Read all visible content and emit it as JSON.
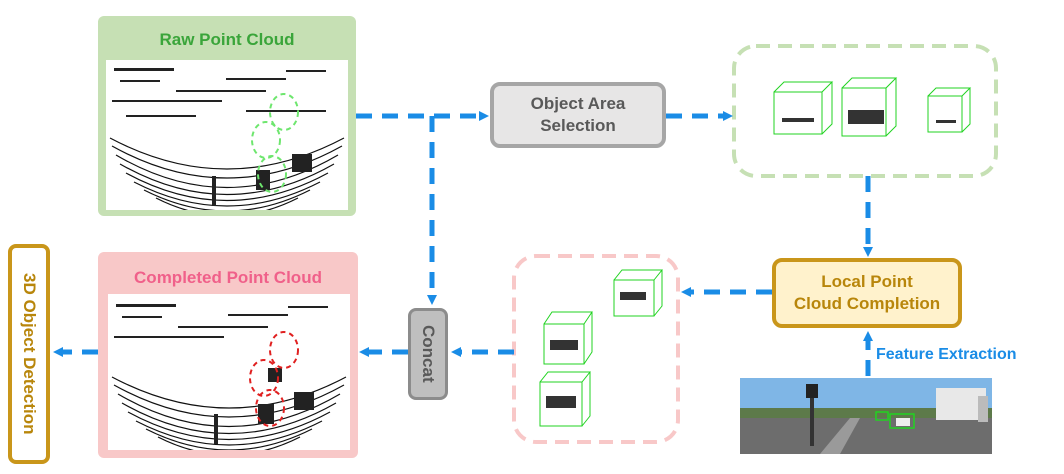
{
  "panels": {
    "raw": {
      "title": "Raw Point Cloud"
    },
    "completed": {
      "title": "Completed Point Cloud"
    }
  },
  "nodes": {
    "object_area_selection": "Object Area\nSelection",
    "local_completion": "Local Point\nCloud Completion",
    "concat": "Concat",
    "detection": "3D Object Detection",
    "feature_extraction": "Feature Extraction"
  },
  "colors": {
    "arrow": "#1a8ce6",
    "raw_green": "#3aa53a",
    "completed_pink": "#f0608a",
    "gold": "#c9961a",
    "gray": "#a6a6a6"
  },
  "icons": [
    "point-cloud-image",
    "bounding-box-icon",
    "road-photo-image"
  ]
}
